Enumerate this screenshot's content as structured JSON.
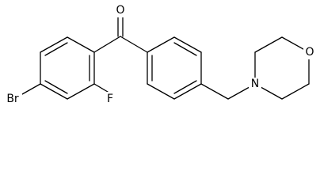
{
  "molecule": {
    "atoms": {
      "oxygen_carbonyl": "O",
      "bromine": "Br",
      "fluorine": "F",
      "nitrogen_morpholine": "N",
      "oxygen_morpholine": "O"
    }
  },
  "colors": {
    "bond": "#000000",
    "label": "#000000",
    "background": "#ffffff"
  }
}
